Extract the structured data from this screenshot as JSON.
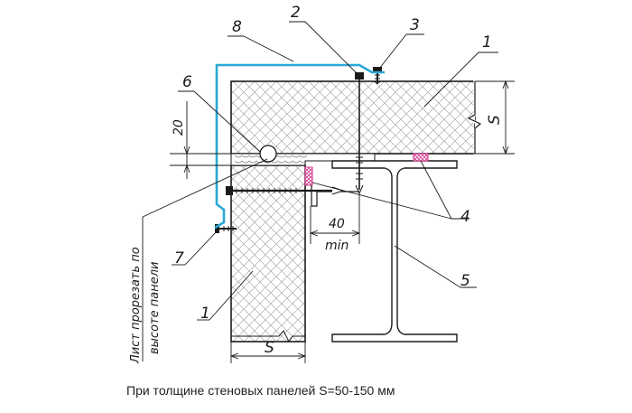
{
  "labels": {
    "l1_top": "1",
    "l1_bottom": "1",
    "l2": "2",
    "l3": "3",
    "l4": "4",
    "l5": "5",
    "l6": "6",
    "l7": "7",
    "l8": "8"
  },
  "dimensions": {
    "d20": "20",
    "d40": "40",
    "min": "min",
    "s_right": "S",
    "s_bottom": "S"
  },
  "note": {
    "line1": "Лист прорезать по",
    "line2": "высоте панели"
  },
  "caption": "При толщине стеновых панелей S=50-150 мм",
  "colors": {
    "flashing": "#2aa7d6",
    "seal": "#d4398e",
    "lines": "#1a1a1a"
  }
}
